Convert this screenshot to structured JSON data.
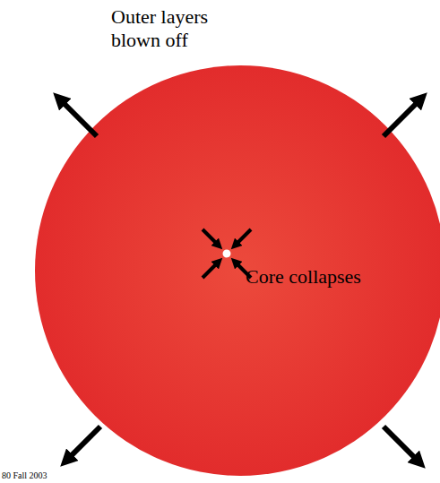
{
  "diagram": {
    "labels": [
      "Outer layers blown off",
      "Core collapses",
      "80 Fall 2003"
    ]
  }
}
